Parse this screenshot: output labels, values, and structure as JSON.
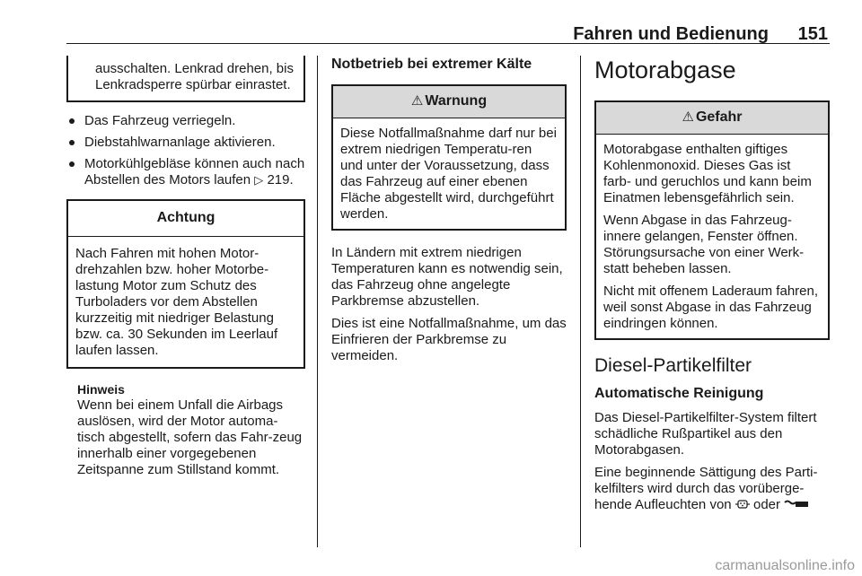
{
  "header": {
    "title": "Fahren und Bedienung",
    "page_number": "151"
  },
  "col1": {
    "intro_box": "ausschalten. Lenkrad drehen, bis Lenkradsperre spürbar einrastet.",
    "bullets": [
      "Das Fahrzeug verriegeln.",
      "Diebstahlwarnanlage aktivieren.",
      "Motorkühlgebläse können auch nach Abstellen des Motors laufen"
    ],
    "bullet3_ref_page": "219.",
    "achtung": {
      "heading": "Achtung",
      "body": "Nach Fahren mit hohen Motor-drehzahlen bzw. hoher Motorbe-lastung Motor zum Schutz des Turboladers vor dem Abstellen kurzzeitig mit niedriger Belastung bzw. ca. 30 Sekunden im Leerlauf laufen lassen."
    },
    "hinweis": {
      "heading": "Hinweis",
      "body": "Wenn bei einem Unfall die Airbags auslösen, wird der Motor automa-tisch abgestellt, sofern das Fahr-zeug innerhalb einer vorgegebenen Zeitspanne zum Stillstand kommt."
    }
  },
  "col2": {
    "heading": "Notbetrieb bei extremer Kälte",
    "warnung": {
      "heading": "Warnung",
      "body": "Diese Notfallmaßnahme darf nur bei extrem niedrigen Temperatu-ren und unter der Voraussetzung, dass das Fahrzeug auf einer ebenen Fläche abgestellt wird, durchgeführt werden."
    },
    "paragraphs": [
      "In Ländern mit extrem niedrigen Temperaturen kann es notwendig sein, das Fahrzeug ohne angelegte Parkbremse abzustellen.",
      "Dies ist eine Notfallmaßnahme, um das Einfrieren der Parkbremse zu vermeiden."
    ]
  },
  "col3": {
    "heading": "Motorabgase",
    "gefahr": {
      "heading": "Gefahr",
      "paragraphs": [
        "Motorabgase enthalten giftiges Kohlenmonoxid. Dieses Gas ist farb- und geruchlos und kann beim Einatmen lebensgefährlich sein.",
        "Wenn Abgase in das Fahrzeug-innere gelangen, Fenster öffnen. Störungsursache von einer Werk-statt beheben lassen.",
        "Nicht mit offenem Laderaum fahren, weil sonst Abgase in das Fahrzeug eindringen können."
      ]
    },
    "subheading": "Diesel-Partikelfilter",
    "subsubheading": "Automatische Reinigung",
    "paragraphs": [
      "Das Diesel-Partikelfilter-System filtert schädliche Rußpartikel aus den Motorabgasen.",
      "Eine beginnende Sättigung des Parti-kelfilters wird durch das vorüberge-hende Aufleuchten von"
    ],
    "oder": "oder"
  },
  "icons": {
    "warning": "warning-triangle-icon",
    "reference": "page-reference-arrow-icon",
    "filter": "diesel-particle-filter-icon",
    "glow": "glow-plug-icon"
  },
  "footer": {
    "watermark": "carmanualsonline.info"
  }
}
